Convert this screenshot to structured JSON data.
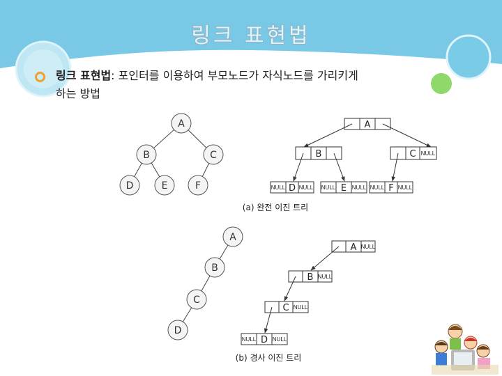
{
  "slide": {
    "title": "링크 표현법",
    "bullet": {
      "term": "링크 표현법",
      "line1_rest": ": 포인터를 이용하여 부모노드가 자식노드를 가리키게",
      "line2": "하는 방법"
    }
  },
  "diagram_a": {
    "caption": "(a) 완전 이진 트리",
    "tree_nodes": [
      "A",
      "B",
      "C",
      "D",
      "E",
      "F"
    ],
    "link_nodes": [
      "A",
      "B",
      "C",
      "D",
      "E",
      "F"
    ],
    "null_label": "NULL"
  },
  "diagram_b": {
    "caption": "(b) 경사 이진 트리",
    "tree_nodes": [
      "A",
      "B",
      "C",
      "D"
    ],
    "link_nodes": [
      "A",
      "B",
      "C",
      "D"
    ],
    "null_label": "NULL"
  },
  "colors": {
    "header_band": "#79c8e6",
    "title_fill": "#dff3fa",
    "node_fill": "#f4f4f4",
    "line": "#333333",
    "bullet": "#f0a030"
  }
}
